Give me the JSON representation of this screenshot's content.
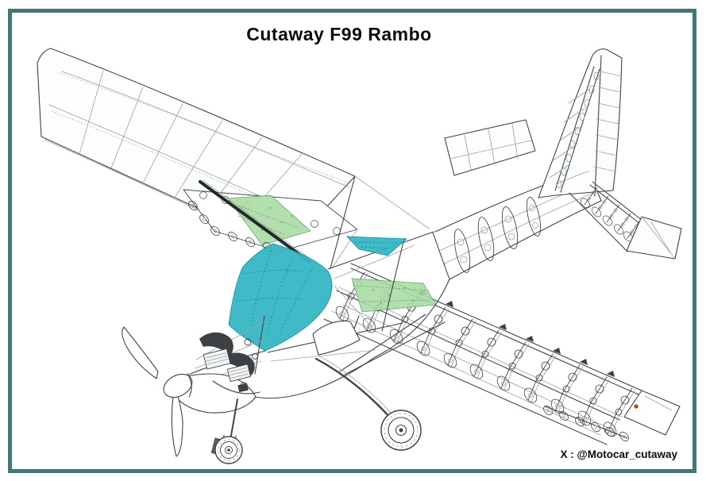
{
  "header": {
    "title": "Cutaway F99 Rambo"
  },
  "footer": {
    "attribution": "X : @Motocar_cutaway"
  },
  "colors": {
    "canvas": "#ffffff",
    "frame-border": "#457872",
    "line-dark": "#3f4345",
    "line-light": "#9aa0a3",
    "highlight-cyan": "#36b6c3",
    "highlight-cyan-deep": "#128ba1",
    "highlight-green": "#abdaa4",
    "highlight-green-deep": "#58a95e",
    "accent-red": "#c63b1e"
  },
  "figure": {
    "highlights": [
      {
        "label": "windshield-skin-panel",
        "color_key": "highlight-cyan"
      },
      {
        "label": "right-wing-root-panel",
        "color_key": "highlight-cyan"
      },
      {
        "label": "left-wing-tank-bay",
        "color_key": "highlight-green"
      },
      {
        "label": "right-wing-tank-bay",
        "color_key": "highlight-green"
      }
    ]
  }
}
